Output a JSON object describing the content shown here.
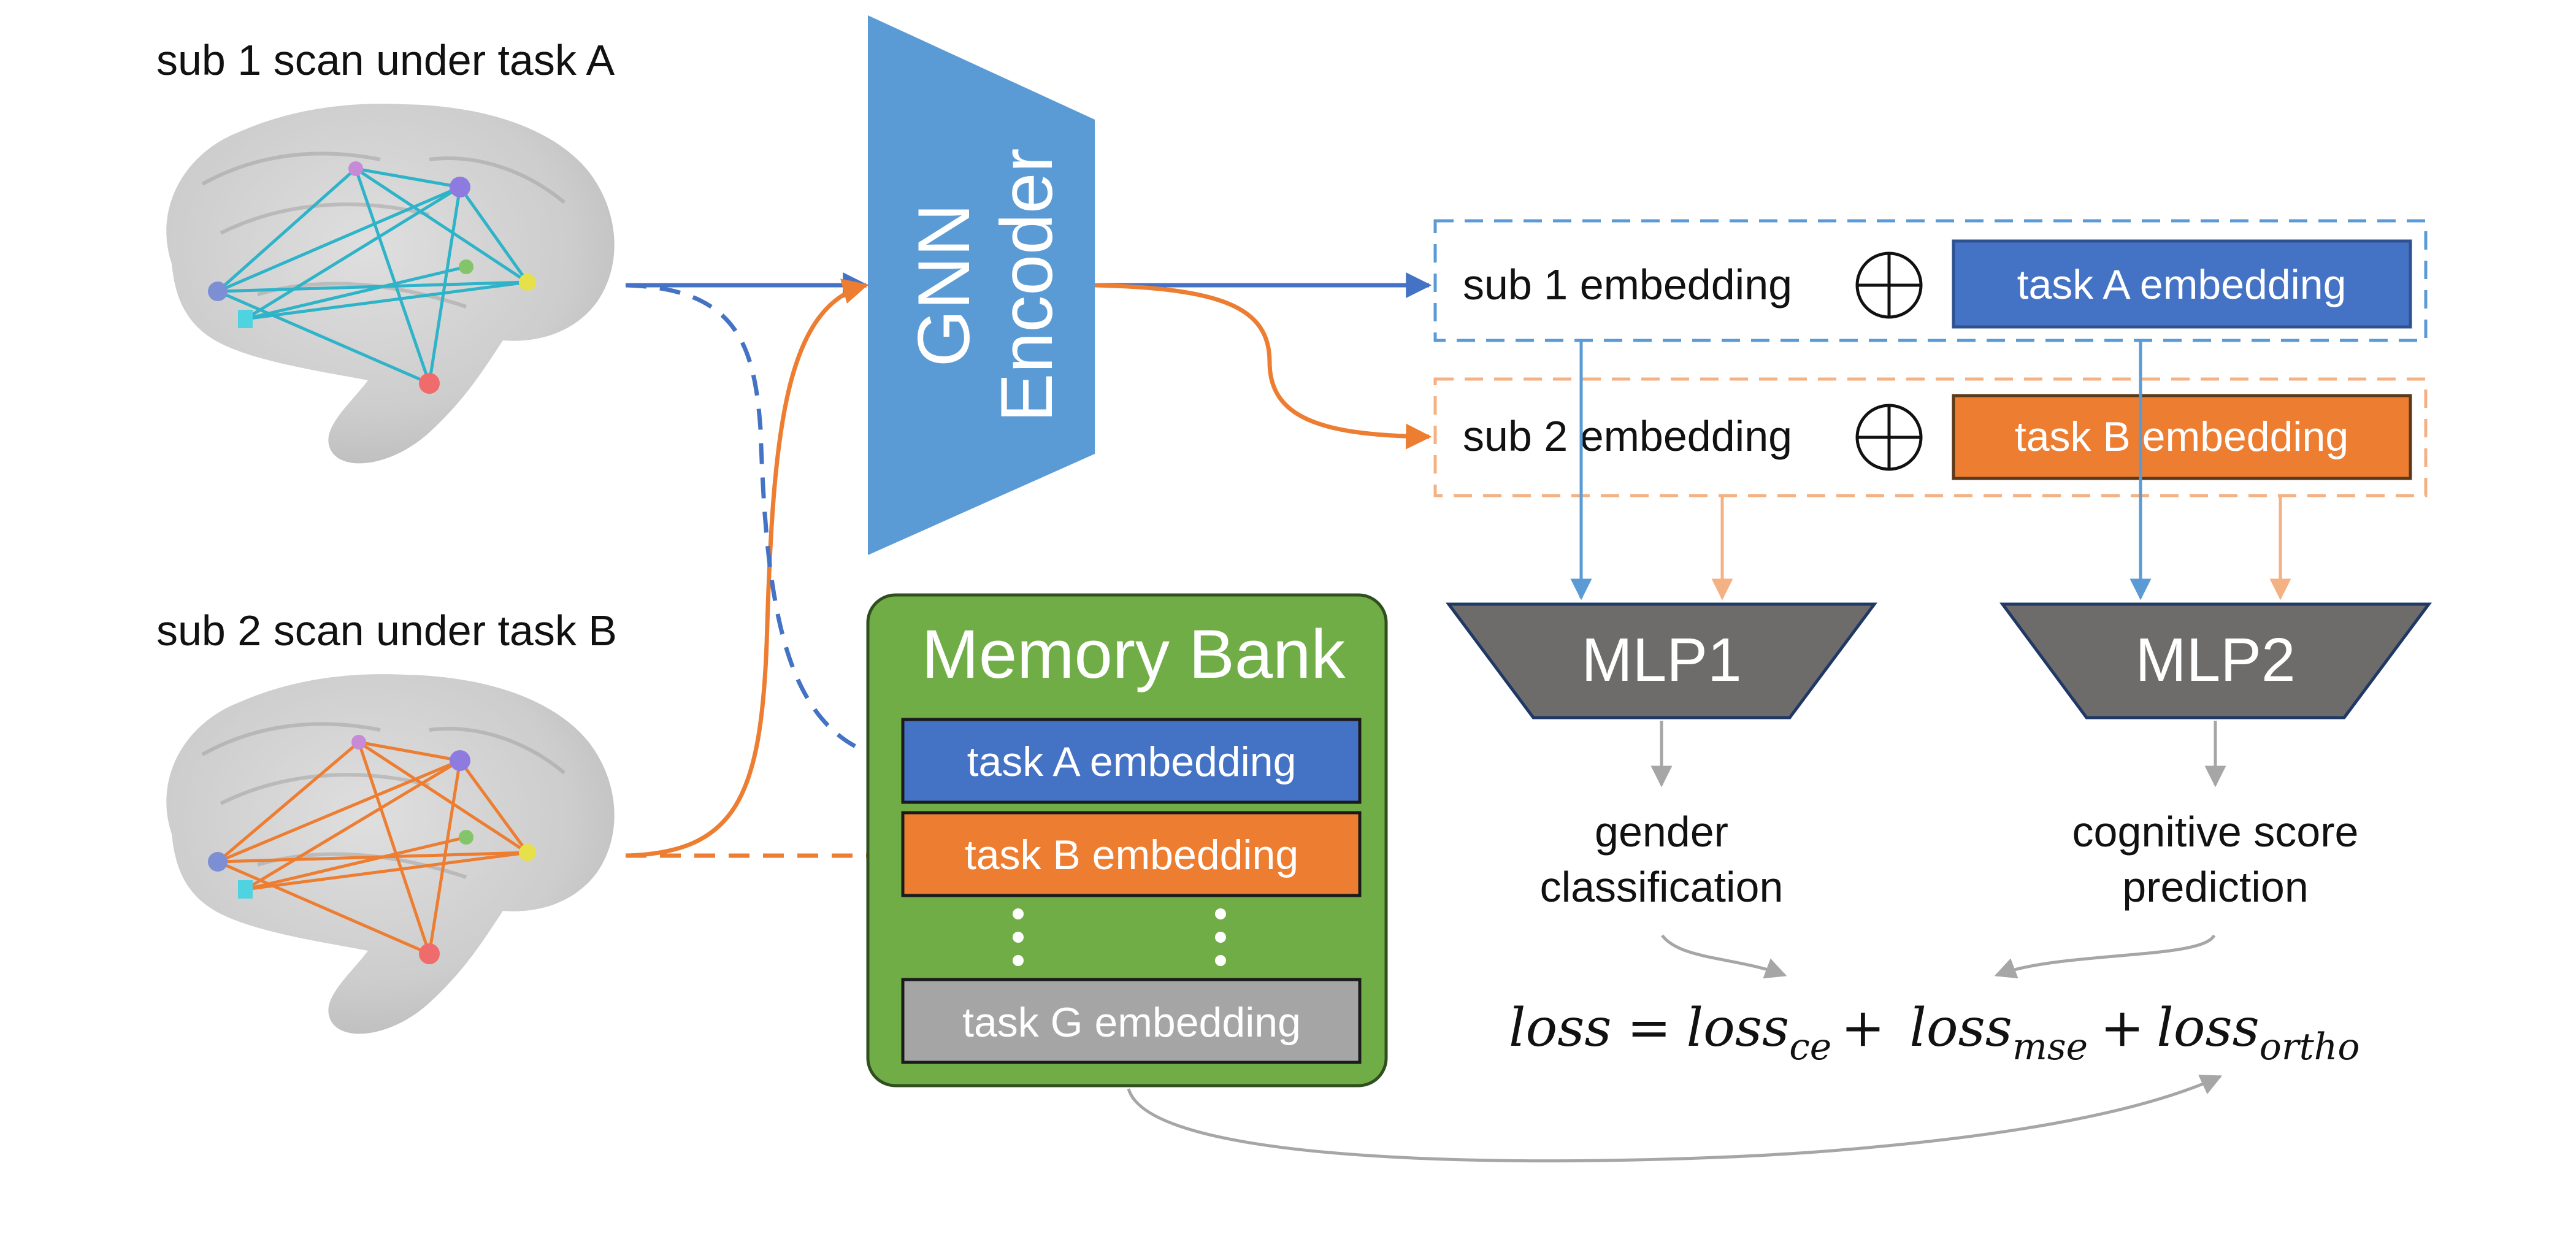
{
  "inputs": {
    "sub1_caption": "sub 1 scan under task A",
    "sub2_caption": "sub 2 scan under task B"
  },
  "encoder": {
    "line1": "GNN",
    "line2": "Encoder"
  },
  "embeddings": {
    "sub1": "sub 1 embedding",
    "sub2": "sub 2 embedding",
    "taskA": "task A embedding",
    "taskB": "task B embedding"
  },
  "memory_bank": {
    "title": "Memory Bank",
    "items": [
      "task A embedding",
      "task B embedding",
      "task G embedding"
    ]
  },
  "heads": {
    "mlp1": "MLP1",
    "mlp2": "MLP2",
    "out1_line1": "gender",
    "out1_line2": "classification",
    "out2_line1": "cognitive score",
    "out2_line2": "prediction"
  },
  "loss": {
    "lhs": "loss",
    "eq": "=",
    "t1": "loss",
    "t1_sub": "ce",
    "plus1": "+",
    "t2": "loss",
    "t2_sub": "mse",
    "plus2": "+",
    "t3": "loss",
    "t3_sub": "ortho"
  },
  "colors": {
    "blue": "#4472C4",
    "encoder_blue": "#5B9BD5",
    "orange": "#ED7D31",
    "green": "#70AD47",
    "gray_box": "#A5A5A5",
    "mlp_gray": "#6E6B6B",
    "connector_gray": "#A6A6A6",
    "network_teal": "#2FB3C8"
  }
}
